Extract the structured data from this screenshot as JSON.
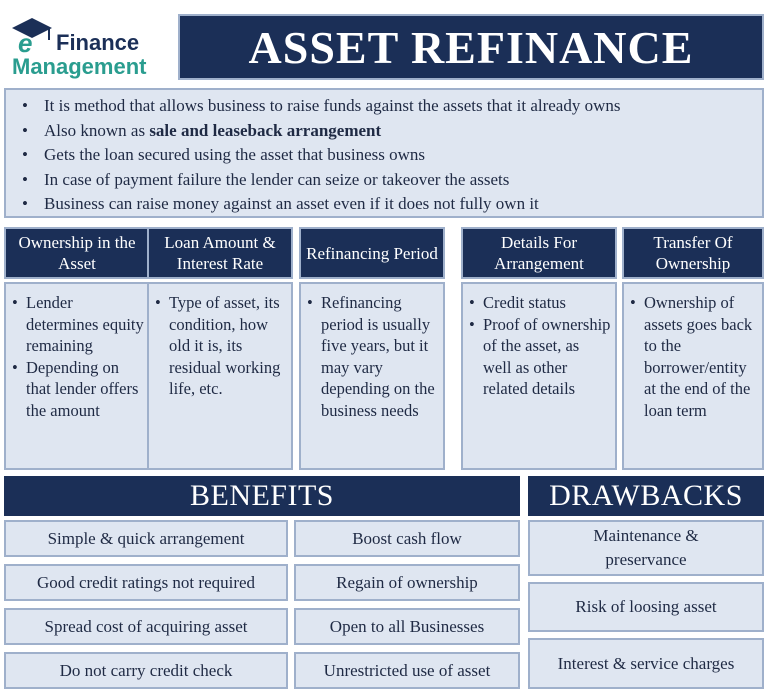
{
  "logo": {
    "top": "Finance",
    "bottom": "Management"
  },
  "title": "ASSET REFINANCE",
  "intro": [
    {
      "text": "It is method that allows business to raise funds against the assets that it already owns"
    },
    {
      "pre": "Also known as ",
      "bold": "sale and leaseback arrangement"
    },
    {
      "text": "Gets the loan secured using the asset that business owns"
    },
    {
      "text": "In case of payment failure the lender can seize or takeover the assets"
    },
    {
      "text": "Business can raise money against an asset even if it does not fully own it"
    }
  ],
  "columns": [
    {
      "title": "Ownership in the Asset",
      "items": [
        "Lender determines equity remaining",
        "Depending on that lender offers the amount"
      ]
    },
    {
      "title": "Loan Amount & Interest Rate",
      "items": [
        "Type of asset, its condition, how old it is, its residual working life, etc."
      ]
    },
    {
      "title": "Refinancing Period",
      "items": [
        "Refinancing period is usually five years, but it may vary depending on the business needs"
      ]
    },
    {
      "title": "Details For Arrangement",
      "items": [
        "Credit status",
        "Proof of ownership of the asset, as well as other related details"
      ]
    },
    {
      "title": "Transfer Of Ownership",
      "items": [
        "Ownership of assets goes back to the borrower/entity at the end of the loan term"
      ]
    }
  ],
  "benefits": {
    "title": "BENEFITS",
    "left": [
      "Simple & quick arrangement",
      "Good credit ratings not required",
      "Spread cost of acquiring asset",
      "Do not carry credit check"
    ],
    "right": [
      "Boost cash flow",
      "Regain of ownership",
      "Open to all Businesses",
      "Unrestricted use of asset"
    ]
  },
  "drawbacks": {
    "title": "DRAWBACKS",
    "items": [
      "Maintenance & preservance",
      "Risk of loosing asset",
      "Interest & service charges"
    ]
  },
  "colors": {
    "navy": "#1b2f57",
    "pale": "#dfe6f1",
    "border": "#9fb0cb",
    "teal": "#2a9d8f"
  }
}
